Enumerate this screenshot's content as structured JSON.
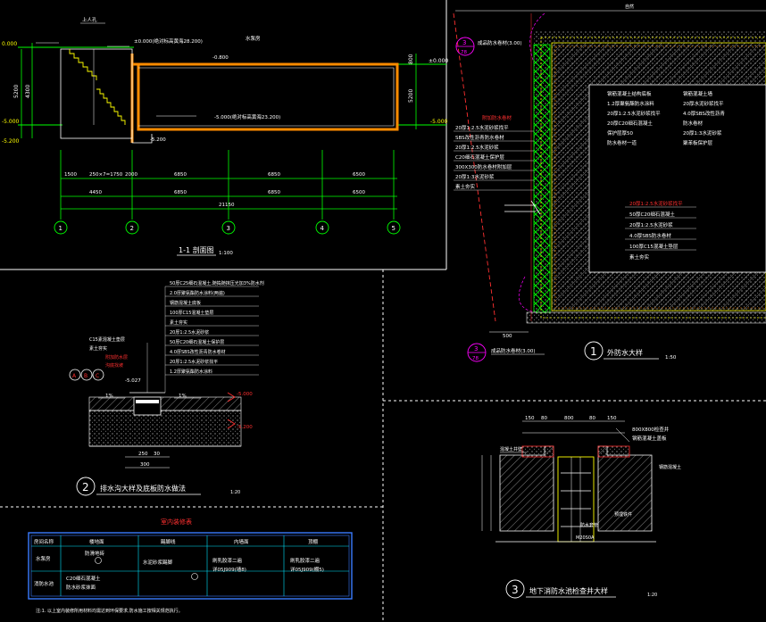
{
  "colors": {
    "background": "#000000",
    "white": "#ffffff",
    "green": "#00ff00",
    "red": "#ff3030",
    "magenta": "#ff00ff",
    "yellow": "#ffff00",
    "orange": "#ff8c00",
    "cyan": "#00e5ff",
    "blue": "#3a7bff",
    "dim": "#9a9a9a"
  },
  "section11": {
    "title": "1-1 剖面图",
    "scale": "1:100",
    "levels_left": [
      "0.000",
      "-5.000",
      "-5.200"
    ],
    "levels_right": [
      "±0.000",
      "-5.000"
    ],
    "top_note": "±0.000(绝对标高黄海28.200)",
    "room_level": "-0.800",
    "bottom_note": "-5.000(绝对标高黄海23.200)",
    "pit_level": "-5.200",
    "stair_label": "上人孔",
    "mid_label": "水泵房",
    "dim_row1": [
      "1500",
      "250×7=1750",
      "2000",
      "6850",
      "6850",
      "6500"
    ],
    "dim_row2": [
      "4450",
      "6850",
      "6850",
      "6500"
    ],
    "total": "21150",
    "axes": [
      "1",
      "2",
      "3",
      "4",
      "5"
    ],
    "vert_dims": [
      "800",
      "5200",
      "4300",
      "5200"
    ]
  },
  "detail1": {
    "number": "1",
    "title": "外防水大样",
    "scale": "1:50",
    "callout_top": "3",
    "callout_top_sub": "78",
    "callout_bot": "3",
    "callout_bot_sub": "78",
    "top_note": "成品防水卷材(3.00)",
    "left_notes": [
      "附加防水卷材",
      "20厚1:2.5水泥砂浆找平",
      "SBS改性沥青防水卷材",
      "20厚1:2.5水泥砂浆",
      "C20细石混凝土保护层",
      "300X300防水卷材附加层",
      "20厚1:3水泥砂浆",
      "素土夯实"
    ],
    "right_notes": [
      "钢筋混凝土结构底板",
      "1.2厚聚氨酯防水涂料",
      "20厚1:2.5水泥砂浆找平",
      "20厚C20细石混凝土",
      "保护层厚50",
      "防水卷材一道",
      "钢筋混凝土墙",
      "20厚水泥砂浆找平",
      "4.0厚SBS改性沥青",
      "防水卷材",
      "20厚1:3水泥砂浆",
      "聚苯板保护层"
    ],
    "floor_notes": [
      "20厚1:2.5水泥砂浆找平",
      "50厚C20细石混凝土",
      "20厚1:2.5水泥砂浆",
      "4.0厚SBS防水卷材",
      "100厚C15混凝土垫层",
      "素土夯实"
    ],
    "dim_small": "500",
    "dim_top": "自然",
    "bottom_note": "成品防水卷材(3.00)"
  },
  "detail2": {
    "number": "2",
    "title": "排水沟大样及底板防水做法",
    "scale": "1:20",
    "notes": [
      "50厚C25细石混凝土,随捣随抹压光加3%防水剂",
      "2.0厚聚氨酯防水涂料(两遍)",
      "钢筋混凝土底板",
      "100厚C15混凝土垫层",
      "素土夯实",
      "20厚1:2.5水泥砂浆",
      "50厚C20细石混凝土保护层",
      "4.0厚SBS改性沥青防水卷材",
      "20厚1:2.5水泥砂浆找平",
      "1.2厚聚氨酯防水涂料",
      "C15素混凝土垫层",
      "素土夯实"
    ],
    "red_notes": [
      "附加防水层",
      "沟底找坡"
    ],
    "levels": [
      "-5.000",
      "-5.200",
      "-5.027"
    ],
    "slope_left": "1%",
    "slope_right": "1%",
    "dims": [
      "250",
      "30",
      "300"
    ],
    "callouts": [
      "A",
      "B",
      "C"
    ]
  },
  "detail3": {
    "number": "3",
    "title": "地下消防水池检查井大样",
    "scale": "1:20",
    "dims_top": [
      "150",
      "80",
      "800",
      "80",
      "150"
    ],
    "notes": [
      "800X800检查井",
      "钢筋混凝土盖板",
      "预埋铁件",
      "防水套管",
      "M20S0A"
    ],
    "left_label": "混凝土井壁",
    "right_label": "钢筋混凝土"
  },
  "legend": {
    "title": "室内装修表",
    "headers": [
      "房间名称",
      "楼地面",
      "踢脚线",
      "内墙面",
      "顶棚"
    ],
    "rows": [
      [
        "水泵房",
        "防滑地砖",
        "",
        "",
        ""
      ],
      [
        "消防水池",
        "C20细石混凝土",
        "水泥砂浆踢脚",
        "刷乳胶漆二遍",
        "刷乳胶漆二遍"
      ],
      [
        "",
        "防水砂浆抹面",
        "",
        "详05J909(墙8)",
        "详05J909(棚5)"
      ]
    ],
    "note": "注:1. 以上室内装修所用材料均需达到环保要求,防水施工按相关规范执行。"
  }
}
